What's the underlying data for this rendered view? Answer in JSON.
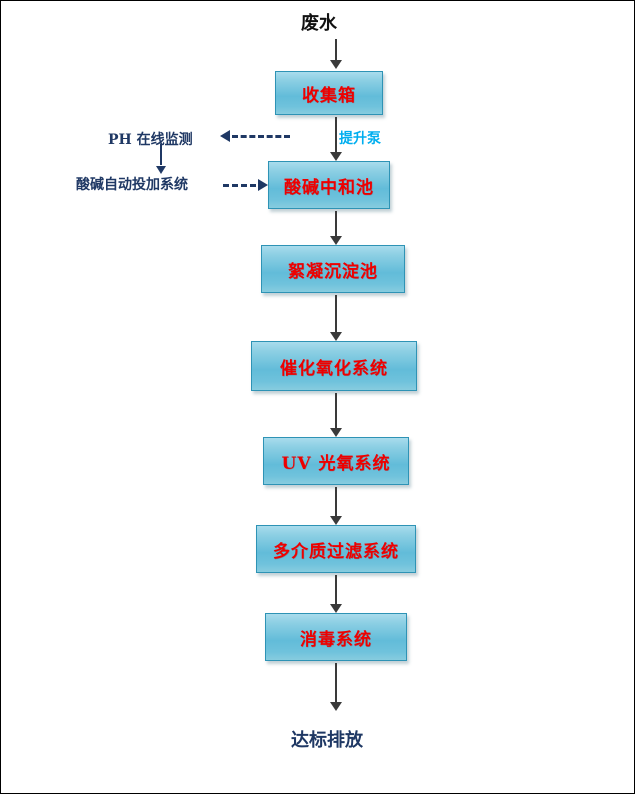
{
  "diagram": {
    "title_top": "废水",
    "title_bottom": "达标排放",
    "pump_label": "提升泵",
    "monitor_label": "PH 在线监测",
    "dosing_label": "酸碱自动投加系统",
    "colors": {
      "box_fill_top": "#a9dced",
      "box_fill_mid": "#62bcd9",
      "box_border": "#2E93B5",
      "box_text": "#EE0000",
      "navy_text": "#1F3864",
      "cyan_text": "#00AEEF",
      "arrow_gray": "#3A3A3A",
      "page_border": "#000000"
    },
    "steps": [
      {
        "label": "收集箱"
      },
      {
        "label": "酸碱中和池"
      },
      {
        "label": "絮凝沉淀池"
      },
      {
        "label": "催化氧化系统"
      },
      {
        "label": "UV 光氧系统"
      },
      {
        "label": "多介质过滤系统"
      },
      {
        "label": "消毒系统"
      }
    ]
  }
}
